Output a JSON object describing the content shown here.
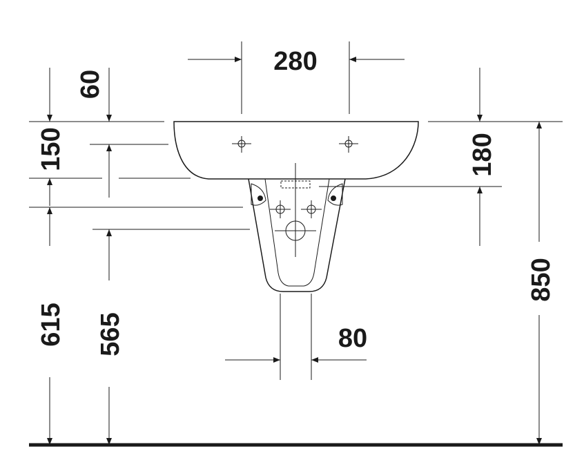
{
  "dimensions": {
    "tap_spacing": "280",
    "top_gap": "60",
    "upper_left": "150",
    "right_depth": "180",
    "left_height": "615",
    "pedestal_height": "565",
    "drain_width": "80",
    "overall_height": "850"
  },
  "colors": {
    "ink": "#1a1a1a",
    "background": "#ffffff"
  }
}
